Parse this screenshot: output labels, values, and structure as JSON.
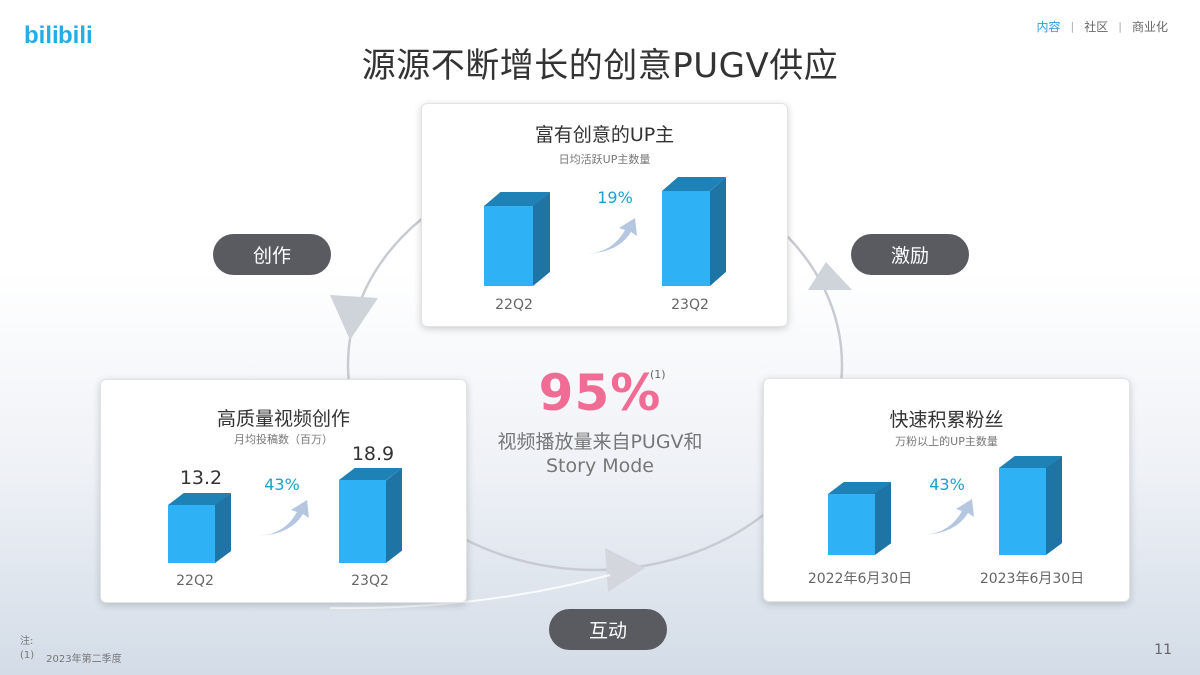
{
  "logo": {
    "text": "bilibili",
    "color": "#23ade5"
  },
  "nav": {
    "items": [
      {
        "label": "内容",
        "active": true
      },
      {
        "label": "社区",
        "active": false
      },
      {
        "label": "商业化",
        "active": false
      }
    ],
    "separator": "|"
  },
  "title": "源源不断增长的创意PUGV供应",
  "cycle_labels": {
    "create": "创作",
    "incentive": "激励",
    "interact": "互动"
  },
  "center": {
    "value": "95%",
    "footnote_ref": "(1)",
    "desc_line1": "视频播放量来自PUGV和",
    "desc_line2": "Story Mode",
    "value_color": "#f06c94"
  },
  "cards": {
    "creators": {
      "title": "富有创意的UP主",
      "subtitle": "日均活跃UP主数量",
      "growth": "19%",
      "bars": [
        {
          "label": "22Q2",
          "value": ""
        },
        {
          "label": "23Q2",
          "value": ""
        }
      ]
    },
    "videos": {
      "title": "高质量视频创作",
      "subtitle": "月均投稿数（百万）",
      "growth": "43%",
      "bars": [
        {
          "label": "22Q2",
          "value": "13.2"
        },
        {
          "label": "23Q2",
          "value": "18.9"
        }
      ]
    },
    "fans": {
      "title": "快速积累粉丝",
      "subtitle": "万粉以上的UP主数量",
      "growth": "43%",
      "bars": [
        {
          "label": "2022年6月30日",
          "value": ""
        },
        {
          "label": "2023年6月30日",
          "value": ""
        }
      ]
    }
  },
  "colors": {
    "bar_front": "#2eb1f5",
    "bar_side": "#1d74a5",
    "growth_text": "#1ea0cc",
    "pill_bg": "#5a5b60",
    "nav_active": "#2b9ed8"
  },
  "footnotes": {
    "heading": "注:",
    "items": [
      {
        "ref": "(1)",
        "text": "2023年第二季度"
      }
    ]
  },
  "page_number": "11"
}
